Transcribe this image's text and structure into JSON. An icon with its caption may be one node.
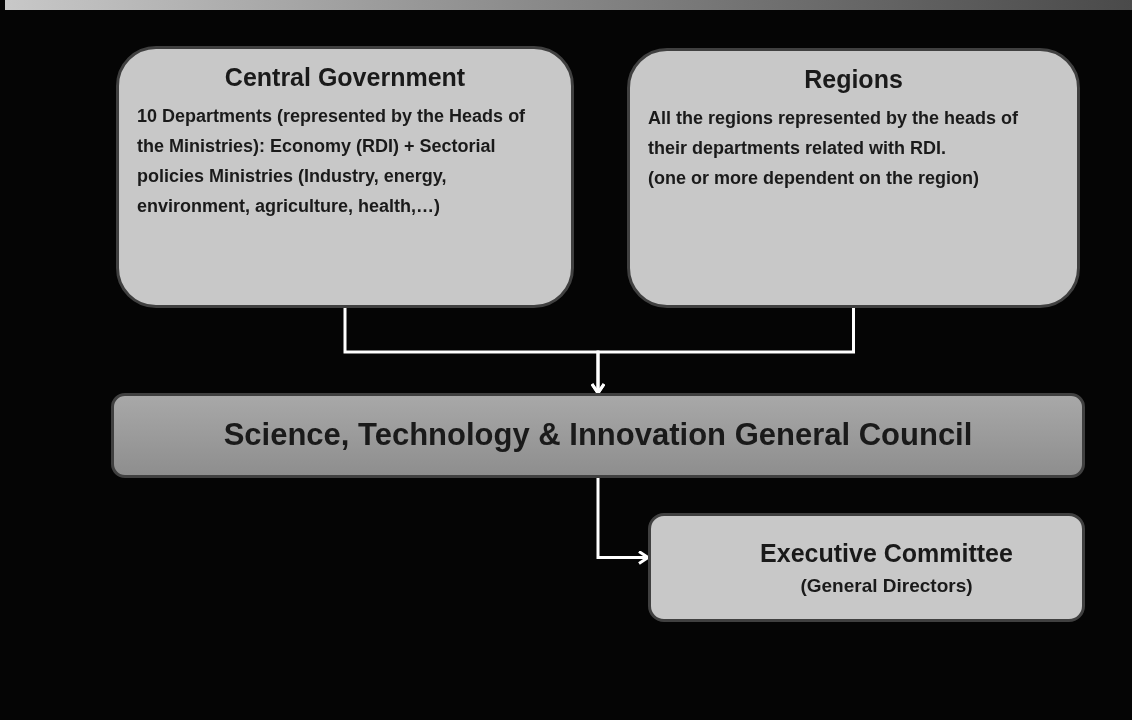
{
  "diagram": {
    "nodes": [
      {
        "text": [
          "Central Government",
          "10 Departments (represented by the Heads of the Ministries): Economy (RDI) + Sectorial policies Ministries (Industry, energy, environment, agriculture, health,…)"
        ]
      },
      {
        "text": [
          "Regions",
          "All the regions represented by the heads of their departments related with RDI.",
          "(one or more dependent on the region)"
        ]
      },
      {
        "text": [
          "Science, Technology & Innovation General Council"
        ]
      },
      {
        "text": [
          "Executive Committee",
          "(General Directors)"
        ]
      }
    ],
    "edges": [
      {
        "from": 0,
        "to": 2,
        "arrow": "to"
      },
      {
        "from": 1,
        "to": 2,
        "arrow": "to"
      },
      {
        "from": 2,
        "to": 3,
        "arrow": "to"
      }
    ]
  }
}
